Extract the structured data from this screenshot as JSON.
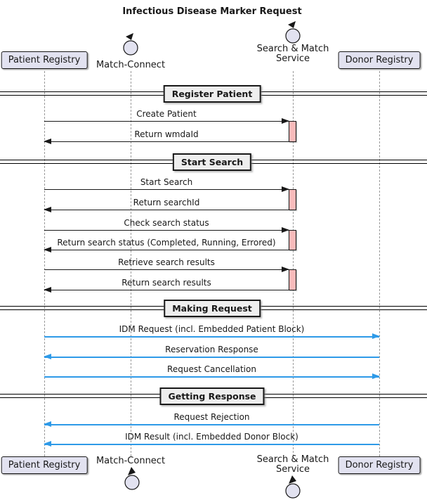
{
  "diagram": {
    "title": "Infectious Disease Marker Request",
    "type": "uml-sequence-diagram"
  },
  "participants": [
    {
      "label": "Patient Registry",
      "kind": "box"
    },
    {
      "label": "Match-Connect",
      "kind": "control"
    },
    {
      "label": "Search & Match Service",
      "line1": "Search & Match",
      "line2": "Service",
      "kind": "control"
    },
    {
      "label": "Donor Registry",
      "kind": "box"
    }
  ],
  "sections": [
    "Register Patient",
    "Start Search",
    "Making Request",
    "Getting Response"
  ],
  "messages": [
    {
      "label": "Create Patient",
      "from": "Patient Registry",
      "to": "Search & Match Service",
      "color": "#181818"
    },
    {
      "label": "Return wmdaId",
      "from": "Search & Match Service",
      "to": "Patient Registry",
      "color": "#181818"
    },
    {
      "label": "Start Search",
      "from": "Patient Registry",
      "to": "Search & Match Service",
      "color": "#181818"
    },
    {
      "label": "Return searchId",
      "from": "Search & Match Service",
      "to": "Patient Registry",
      "color": "#181818"
    },
    {
      "label": "Check search status",
      "from": "Patient Registry",
      "to": "Search & Match Service",
      "color": "#181818"
    },
    {
      "label": "Return search status (Completed, Running, Errored)",
      "from": "Search & Match Service",
      "to": "Patient Registry",
      "color": "#181818"
    },
    {
      "label": "Retrieve search results",
      "from": "Patient Registry",
      "to": "Search & Match Service",
      "color": "#181818"
    },
    {
      "label": "Return search results",
      "from": "Search & Match Service",
      "to": "Patient Registry",
      "color": "#181818"
    },
    {
      "label": "IDM Request (incl. Embedded Patient Block)",
      "from": "Patient Registry",
      "to": "Donor Registry",
      "color": "#2E9AE8"
    },
    {
      "label": "Reservation Response",
      "from": "Donor Registry",
      "to": "Patient Registry",
      "color": "#2E9AE8"
    },
    {
      "label": "Request Cancellation",
      "from": "Patient Registry",
      "to": "Donor Registry",
      "color": "#2E9AE8"
    },
    {
      "label": "Request Rejection",
      "from": "Donor Registry",
      "to": "Patient Registry",
      "color": "#2E9AE8"
    },
    {
      "label": "IDM Result (incl. Embedded Donor Block)",
      "from": "Donor Registry",
      "to": "Patient Registry",
      "color": "#2E9AE8"
    }
  ],
  "colors": {
    "participant_fill": "#E2E2F0",
    "participant_border": "#181818",
    "activation_fill": "#F9BBBB",
    "divider_fill": "#EEEEEE",
    "black_arrow": "#181818",
    "blue_arrow": "#2E9AE8",
    "lifeline": "#9A9A9A"
  }
}
